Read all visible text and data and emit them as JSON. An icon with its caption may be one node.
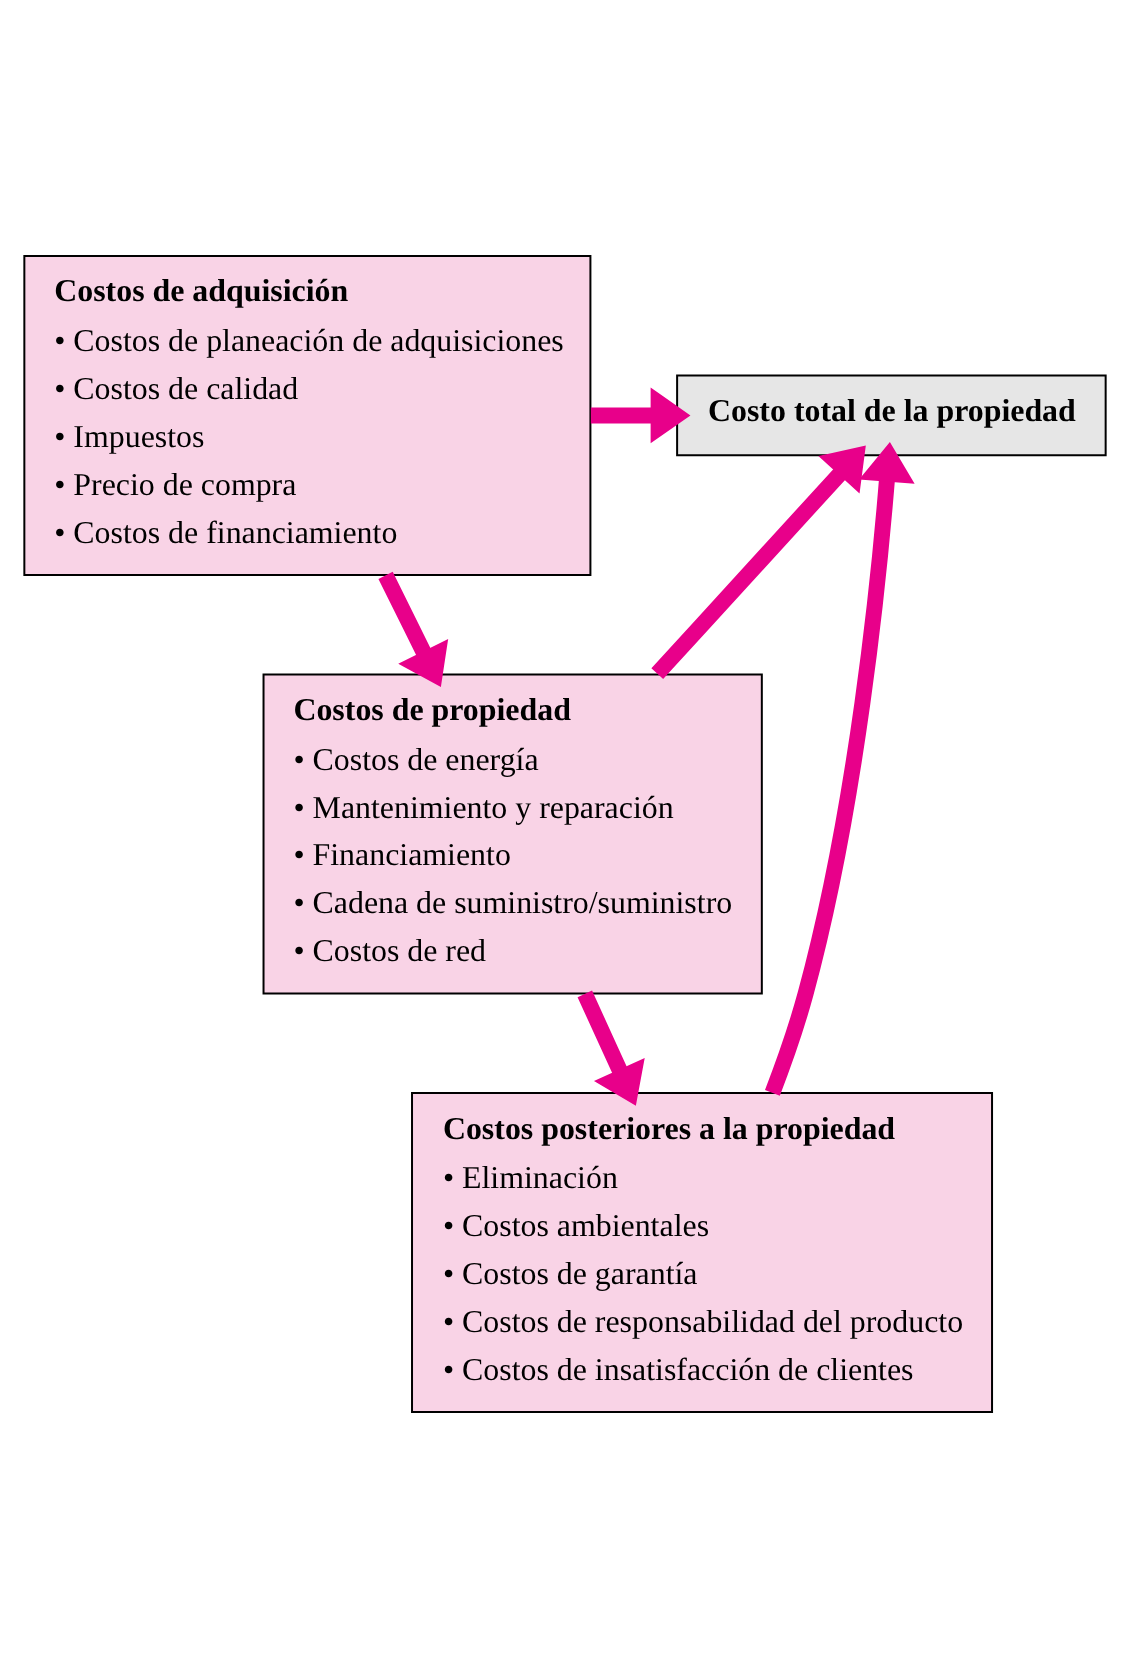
{
  "diagram": {
    "nodes": [
      {
        "text": [
          "Costos de adquisición",
          "• Costos de planeación de adquisiciones",
          "• Costos de calidad",
          "• Impuestos",
          "• Precio de compra",
          "• Costos de financiamiento"
        ]
      },
      {
        "text": [
          "Costo total de la propiedad"
        ]
      },
      {
        "text": [
          "Costos de propiedad",
          "• Costos de energía",
          "• Mantenimiento y reparación",
          "• Financiamiento",
          "• Cadena de suministro/suministro",
          "• Costos de red"
        ]
      },
      {
        "text": [
          "Costos posteriores a la propiedad",
          "• Eliminación",
          "• Costos ambientales",
          "• Costos de garantía",
          "• Costos de responsabilidad del producto",
          "• Costos de insatisfacción de clientes"
        ]
      }
    ],
    "edges": [
      {
        "from": 0,
        "to": 1,
        "arrow": "to"
      },
      {
        "from": 0,
        "to": 2,
        "arrow": "to"
      },
      {
        "from": 2,
        "to": 1,
        "arrow": "to"
      },
      {
        "from": 2,
        "to": 3,
        "arrow": "to"
      },
      {
        "from": 3,
        "to": 1,
        "arrow": "to"
      }
    ]
  }
}
